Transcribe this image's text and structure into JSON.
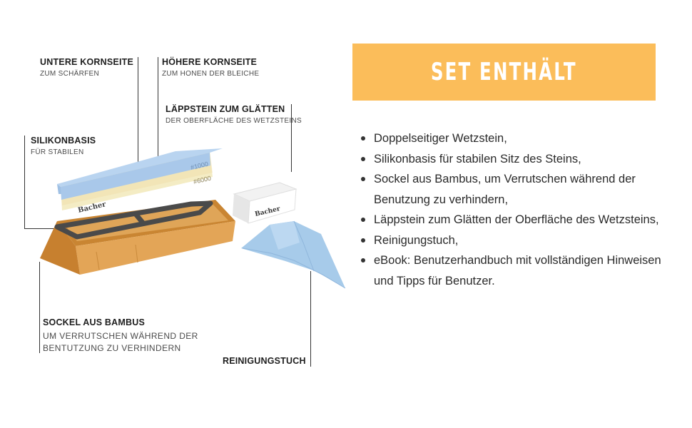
{
  "labels": {
    "untere": {
      "title": "UNTERE KORNSEITE",
      "sub": "ZUM SCHÄRFEN"
    },
    "hoehere": {
      "title": "HÖHERE KORNSEITE",
      "sub": "ZUM HONEN DER BLEICHE"
    },
    "laeppstein": {
      "title": "LÄPPSTEIN ZUM GLÄTTEN",
      "sub": "DER OBERFLÄCHE DES WETZSTEINS"
    },
    "silikon": {
      "title": "SILIKONBASIS",
      "sub": "FÜR STABILEN"
    },
    "sockel": {
      "title": "SOCKEL AUS BAMBUS",
      "sub1": "UM VERRUTSCHEN WÄHREND DER",
      "sub2": "BENTUTZUNG ZU VERHINDERN"
    },
    "tuch": {
      "title": "REINIGUNGSTUCH"
    }
  },
  "product": {
    "grit_top": "#1000",
    "grit_bottom": "#6000",
    "brand": "Bacher",
    "colors": {
      "stone_blue": "#a9c8ea",
      "stone_cream": "#f4ecc4",
      "bamboo": "#d99a48",
      "silicone": "#4a4a4a",
      "cloth": "#a7cbea"
    }
  },
  "banner": {
    "title": "SET ENTHÄLT",
    "color": "#fbbd5a"
  },
  "items": [
    "Doppelseitiger Wetzstein,",
    "Silikonbasis für stabilen Sitz des Steins,",
    "Sockel aus Bambus, um Verrutschen während der Benutzung zu verhindern,",
    "Läppstein zum Glätten der Oberfläche des Wetzsteins,",
    "Reinigungstuch,",
    "eBook: Benutzerhandbuch mit vollständigen Hinweisen und Tipps für Benutzer."
  ]
}
